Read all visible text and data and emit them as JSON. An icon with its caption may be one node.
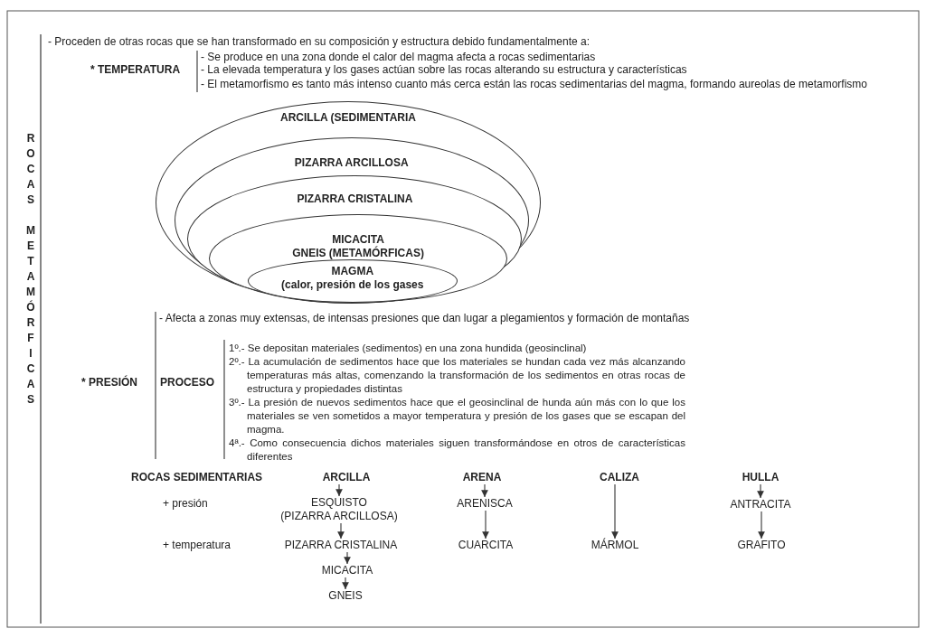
{
  "diagram": {
    "nodes": [
      {
        "text": [
          "ARCILLA (SEDIMENTARIA"
        ]
      },
      {
        "text": [
          "PIZARRA ARCILLOSA"
        ],
        "in": 0
      },
      {
        "text": [
          "PIZARRA CRISTALINA"
        ],
        "in": 1
      },
      {
        "text": [
          "MICACITA",
          "GNEIS (METAMÓRFICAS)"
        ],
        "in": 2
      },
      {
        "text": [
          "MAGMA",
          "(calor, presión de los gases"
        ],
        "in": 3
      },
      {
        "text": [
          "ARCILLA"
        ]
      },
      {
        "text": [
          "ARENA"
        ]
      },
      {
        "text": [
          "CALIZA"
        ]
      },
      {
        "text": [
          "HULLA"
        ]
      },
      {
        "text": [
          "ESQUISTO (PIZARRA ARCILLOSA)"
        ]
      },
      {
        "text": [
          "ARENISCA"
        ]
      },
      {
        "text": [
          "ANTRACITA"
        ]
      },
      {
        "text": [
          "PIZARRA CRISTALINA"
        ]
      },
      {
        "text": [
          "CUARCITA"
        ]
      },
      {
        "text": [
          "MÁRMOL"
        ]
      },
      {
        "text": [
          "GRAFITO"
        ]
      },
      {
        "text": [
          "MICACITA"
        ]
      },
      {
        "text": [
          "GNEIS"
        ]
      }
    ],
    "edges": [
      {
        "from": 5,
        "to": 9,
        "arrow": "to"
      },
      {
        "from": 9,
        "to": 12,
        "arrow": "to"
      },
      {
        "from": 12,
        "to": 16,
        "arrow": "to"
      },
      {
        "from": 16,
        "to": 17,
        "arrow": "to"
      },
      {
        "from": 6,
        "to": 10,
        "arrow": "to"
      },
      {
        "from": 10,
        "to": 13,
        "arrow": "to"
      },
      {
        "from": 7,
        "to": 14,
        "arrow": "to"
      },
      {
        "from": 8,
        "to": 11,
        "arrow": "to"
      },
      {
        "from": 11,
        "to": 15,
        "arrow": "to"
      }
    ],
    "labels": [
      "- Proceden de otras rocas que se han transformado en su composición y estructura debido fundamentalmente a:",
      "* TEMPERATURA",
      "- Se produce en una zona donde el calor del magma afecta a rocas sedimentarias",
      "- La elevada temperatura y los gases actúan sobre las rocas alterando su estructura y características",
      "- El metamorfismo es tanto más intenso cuanto más cerca están las rocas sedimentarias del magma, formando aureolas de metamorfismo",
      "ROCAS METAMÓRFICAS",
      "- Afecta a zonas muy extensas, de intensas presiones que dan lugar a plegamientos y formación de montañas",
      "* PRESIÓN",
      "PROCESO",
      "1º.- Se depositan materiales (sedimentos) en una zona hundida (geosinclinal)",
      "2º.- La acumulación de sedimentos hace que los materiales se hundan cada vez más alcanzando temperaturas más altas, comenzando la transformación de los sedimentos en otras rocas de estructura y propiedades distintas",
      "3º.- La presión de nuevos sedimentos hace que el geosinclinal de hunda aún más con lo que los materiales se ven sometidos a mayor temperatura y presión de los gases que se escapan del magma.",
      "4ª.- Como consecuencia dichos materiales siguen transformándose en otros de características diferentes",
      "ROCAS SEDIMENTARIAS",
      "+ presión",
      "+ temperatura"
    ]
  }
}
